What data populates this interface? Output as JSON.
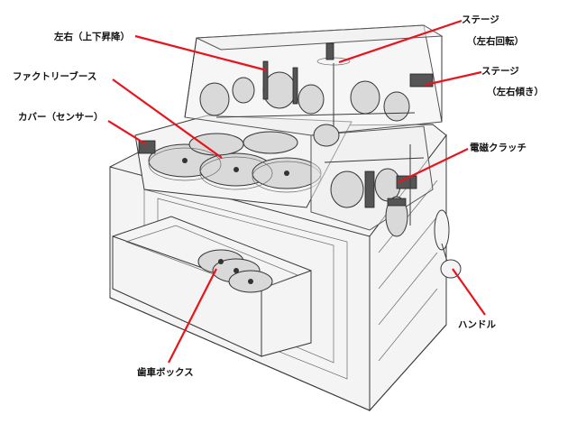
{
  "labels": {
    "left_right": "左右（上下昇降）",
    "stage_1": "ステージ",
    "stage_1_sub": "（左右回転）",
    "factory_booth": "ファクトリーブース",
    "stage_2": "ステージ",
    "stage_2_sub": "（左右傾き）",
    "cover": "カバー（センサー）",
    "clutch": "電磁クラッチ",
    "handle": "ハンドル",
    "gear_box": "歯車ボックス"
  },
  "colors": {
    "pointer": "#e8141c",
    "label_text": "#111111",
    "ink": "#3a3a3a"
  }
}
